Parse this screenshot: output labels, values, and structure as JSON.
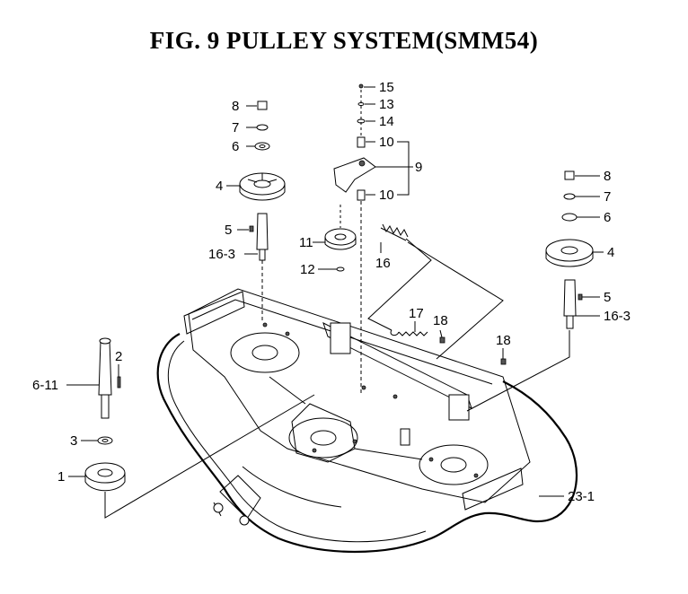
{
  "title": "FIG. 9  PULLEY SYSTEM(SMM54)",
  "callouts": [
    {
      "id": "c8a",
      "text": "8"
    },
    {
      "id": "c7a",
      "text": "7"
    },
    {
      "id": "c6a",
      "text": "6"
    },
    {
      "id": "c4a",
      "text": "4"
    },
    {
      "id": "c5a",
      "text": "5"
    },
    {
      "id": "c163a",
      "text": "16-3"
    },
    {
      "id": "c15",
      "text": "15"
    },
    {
      "id": "c13",
      "text": "13"
    },
    {
      "id": "c14",
      "text": "14"
    },
    {
      "id": "c10a",
      "text": "10"
    },
    {
      "id": "c9",
      "text": "9"
    },
    {
      "id": "c10b",
      "text": "10"
    },
    {
      "id": "c11",
      "text": "11"
    },
    {
      "id": "c16",
      "text": "16"
    },
    {
      "id": "c12",
      "text": "12"
    },
    {
      "id": "c8b",
      "text": "8"
    },
    {
      "id": "c7b",
      "text": "7"
    },
    {
      "id": "c6b",
      "text": "6"
    },
    {
      "id": "c4b",
      "text": "4"
    },
    {
      "id": "c5b",
      "text": "5"
    },
    {
      "id": "c163b",
      "text": "16-3"
    },
    {
      "id": "c17",
      "text": "17"
    },
    {
      "id": "c18a",
      "text": "18"
    },
    {
      "id": "c18b",
      "text": "18"
    },
    {
      "id": "c2",
      "text": "2"
    },
    {
      "id": "c611",
      "text": "6-11"
    },
    {
      "id": "c3",
      "text": "3"
    },
    {
      "id": "c1",
      "text": "1"
    },
    {
      "id": "c231",
      "text": "23-1"
    }
  ]
}
